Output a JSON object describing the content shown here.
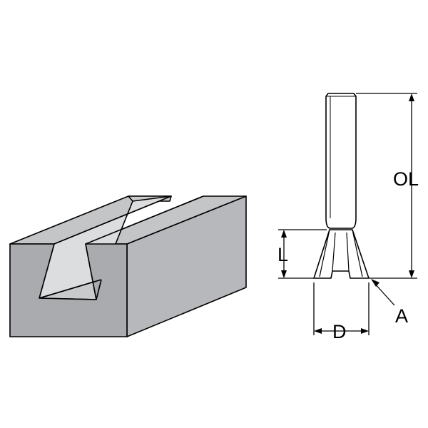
{
  "labels": {
    "overall_length": "OL",
    "cutting_length": "L",
    "diameter": "D",
    "angle": "A"
  },
  "colors": {
    "block_front": "#a9abae",
    "block_side": "#b6b8bb",
    "block_top": "#c3c5c7",
    "groove_light": "#dcdddf",
    "groove_shade": "#c9cacc",
    "outline": "#000000"
  }
}
